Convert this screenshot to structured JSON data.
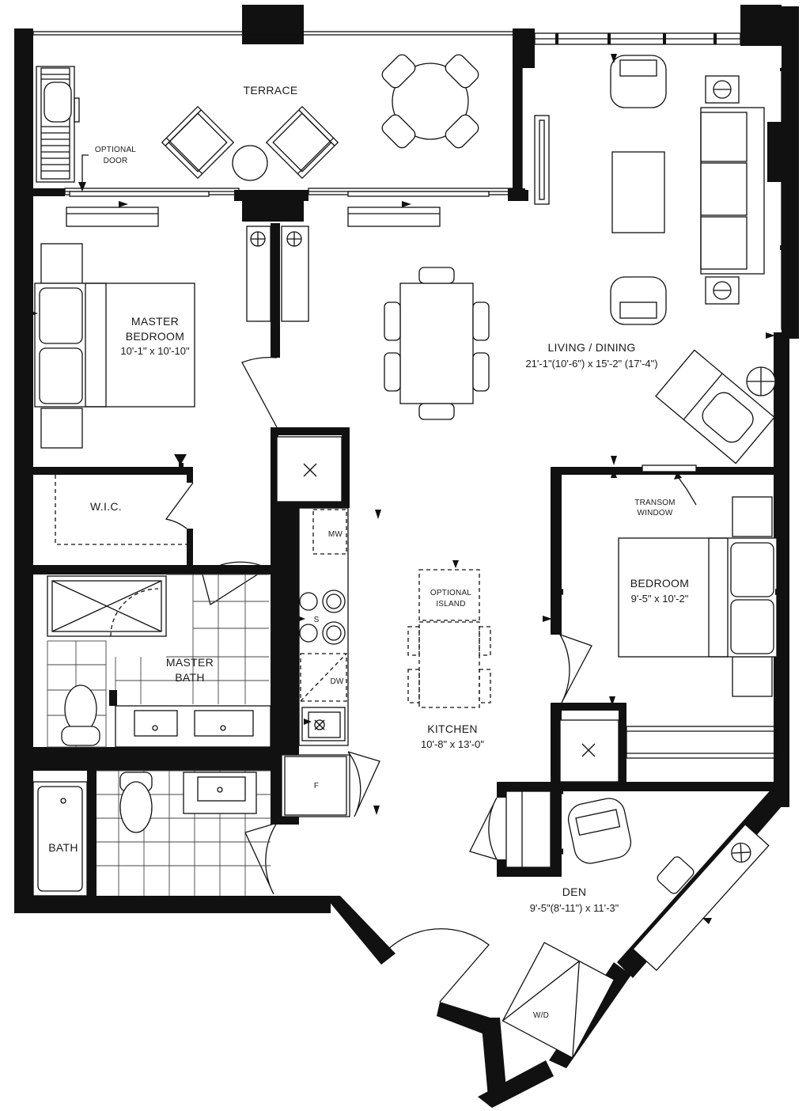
{
  "rooms": {
    "terrace": {
      "name": "TERRACE"
    },
    "master_bedroom": {
      "name_line1": "MASTER",
      "name_line2": "BEDROOM",
      "dims": "10'-1\" x 10'-10\""
    },
    "living_dining": {
      "name": "LIVING / DINING",
      "dims": "21'-1\"(10'-6\") x 15'-2\" (17'-4\")"
    },
    "wic": {
      "name": "W.I.C."
    },
    "bedroom": {
      "name": "BEDROOM",
      "dims": "9'-5\" x 10'-2\""
    },
    "master_bath": {
      "name_line1": "MASTER",
      "name_line2": "BATH"
    },
    "kitchen": {
      "name": "KITCHEN",
      "dims": "10'-8\" x 13'-0\""
    },
    "bath": {
      "name": "BATH"
    },
    "den": {
      "name": "DEN",
      "dims": "9'-5\"(8'-11\") x 11'-3\""
    }
  },
  "notes": {
    "optional_door_line1": "OPTIONAL",
    "optional_door_line2": "DOOR",
    "transom_line1": "TRANSOM",
    "transom_line2": "WINDOW",
    "optional_island_line1": "OPTIONAL",
    "optional_island_line2": "ISLAND"
  },
  "appliances": {
    "microwave": "MW",
    "stove": "S",
    "dishwasher": "DW",
    "fridge": "F",
    "washer_dryer": "W/D"
  }
}
